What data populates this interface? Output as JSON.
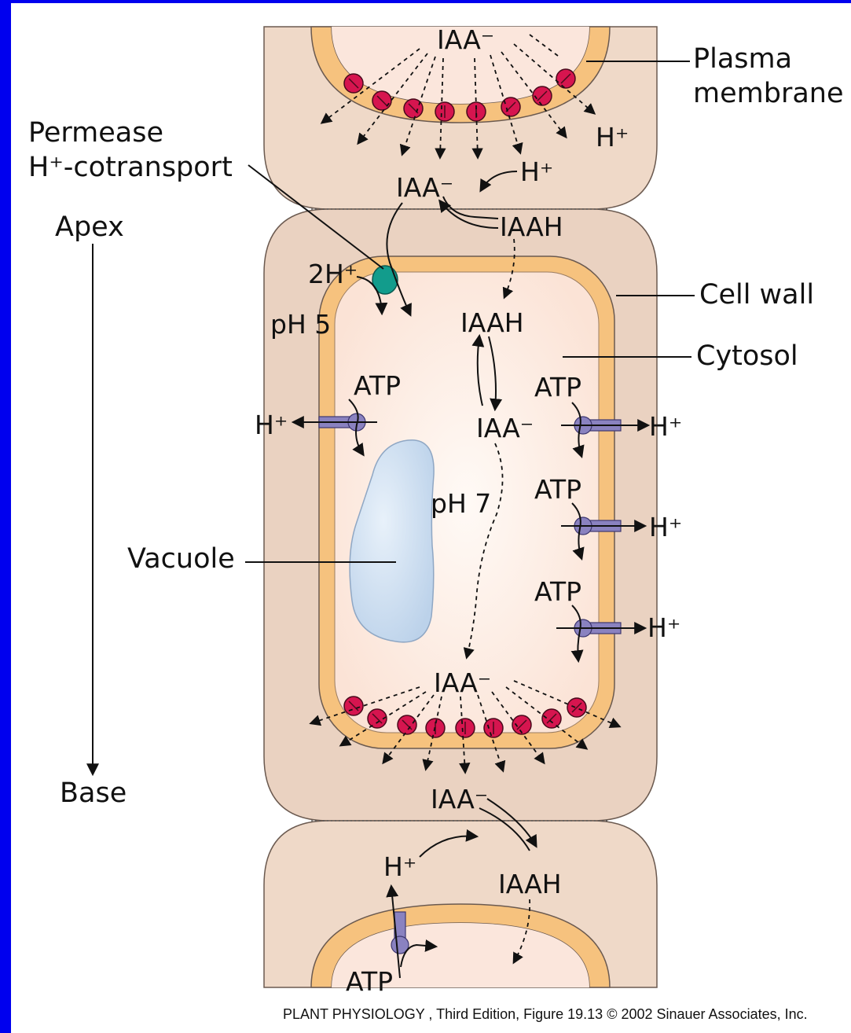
{
  "labels": {
    "plasma_membrane_line1": "Plasma",
    "plasma_membrane_line2": "membrane",
    "permease_line1": "Permease",
    "permease_line2": "H⁺-cotransport",
    "apex": "Apex",
    "base": "Base",
    "cell_wall": "Cell wall",
    "cytosol": "Cytosol",
    "vacuole": "Vacuole",
    "ph_wall": "pH 5",
    "ph_cytosol": "pH 7",
    "two_h": "2H⁺",
    "iaa_ion": "IAA⁻",
    "iaah": "IAAH",
    "h_plus": "H⁺",
    "atp": "ATP"
  },
  "caption": "PLANT PHYSIOLOGY , Third Edition, Figure 19.13  © 2002 Sinauer Associates, Inc.",
  "colors": {
    "border": "#0000ee",
    "cell_wall_fill": "#efd9c8",
    "membrane": "#f6c27e",
    "cytosol": "#fdf2ec",
    "vacuole": "#c9dbef",
    "efflux_carrier": "#d6154f",
    "permease": "#129c8c",
    "atpase": "#8a82c0"
  },
  "icons": [
    "efflux-carrier-icon",
    "permease-icon",
    "atpase-pump-icon",
    "arrow-icon"
  ]
}
